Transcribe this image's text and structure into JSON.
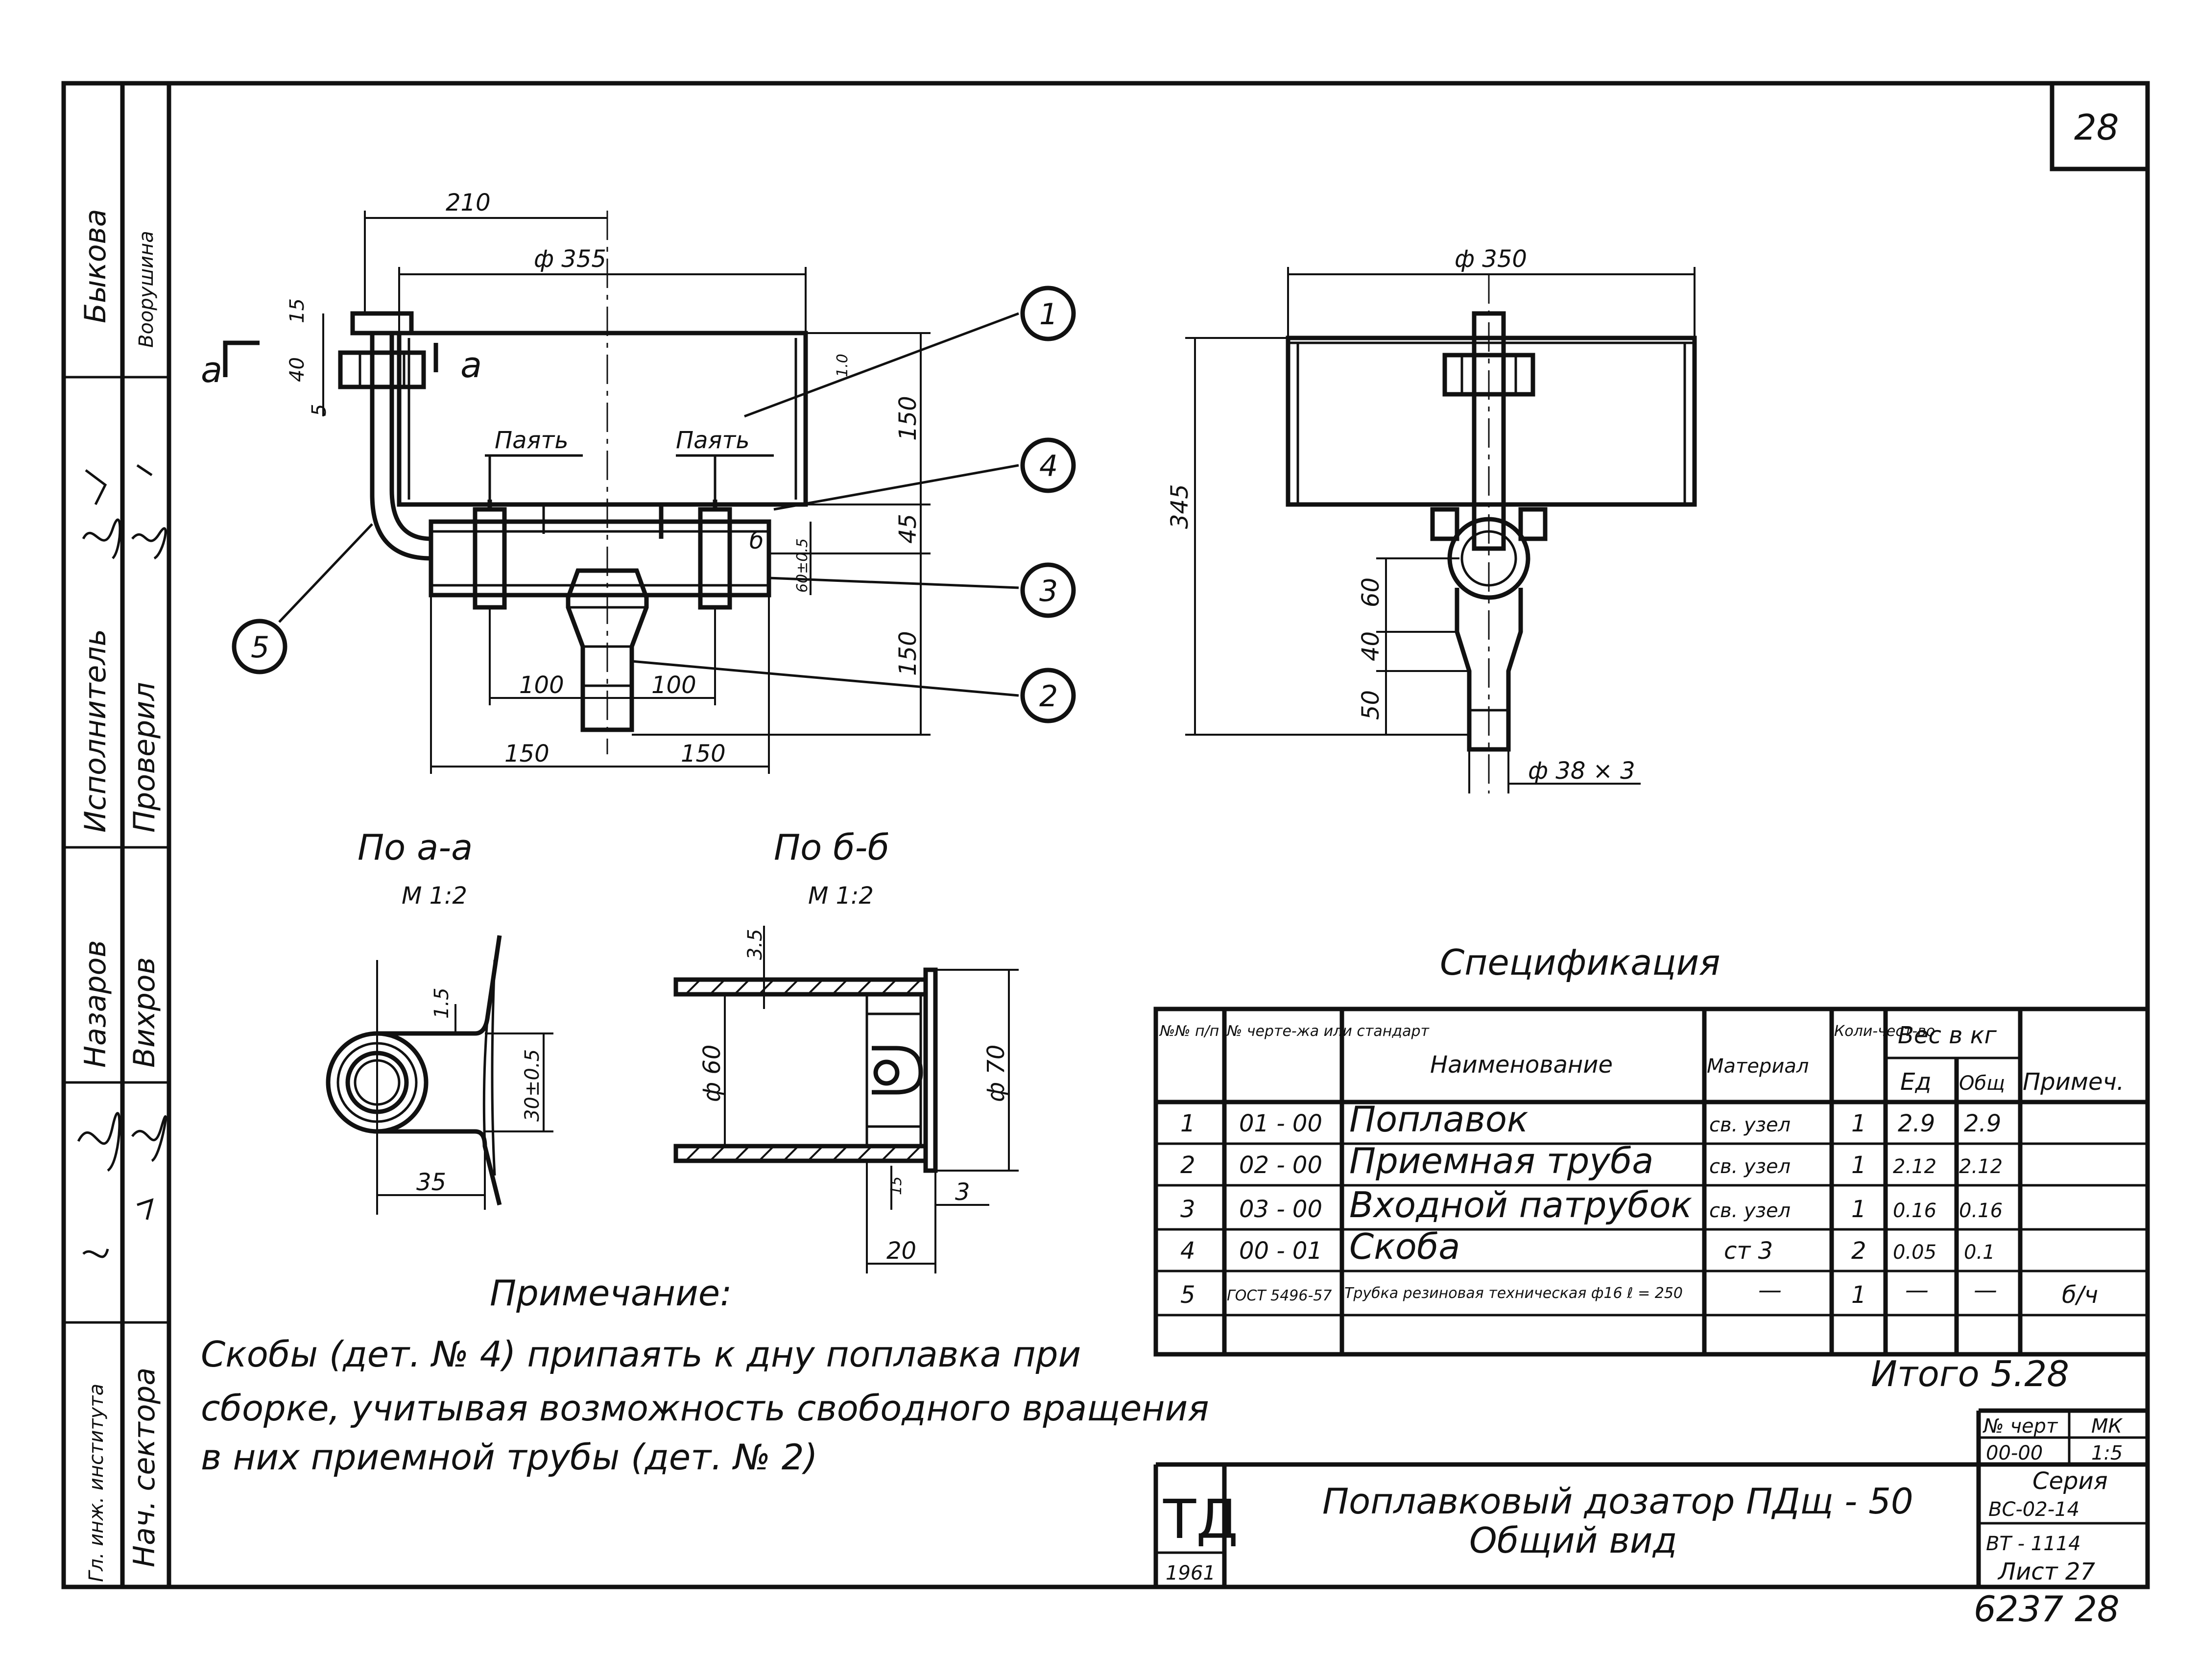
{
  "sheet_number": "28",
  "left_stamp": {
    "col1": [
      "Быкова",
      "Исполнитель",
      "Назаров",
      "Гл. инж. института"
    ],
    "col2": [
      "Воорушина",
      "Проверил",
      "Вихров",
      "Нач. сектора"
    ]
  },
  "main_view": {
    "dims": [
      "210",
      "ф 355",
      "15",
      "40",
      "5",
      "150",
      "45",
      "150",
      "100",
      "100",
      "150",
      "150",
      "1.0",
      "б",
      "60±0.5"
    ],
    "labels": [
      "Паять",
      "Паять",
      "а",
      "а"
    ],
    "callouts": [
      "1",
      "2",
      "3",
      "4",
      "5"
    ]
  },
  "side_view": {
    "dims": [
      "ф 350",
      "345",
      "60",
      "40",
      "50",
      "ф 38 × 3"
    ]
  },
  "section_a": {
    "title": "По а-а",
    "scale": "М 1:2",
    "dims": [
      "1.5",
      "30±0.5",
      "35"
    ]
  },
  "section_b": {
    "title": "По б-б",
    "scale": "М 1:2",
    "dims": [
      "3.5",
      "ф 60",
      "ф 70",
      "15",
      "3",
      "20"
    ]
  },
  "spec": {
    "title": "Спецификация",
    "headers": {
      "num": "№№ п/п",
      "drawing": "№ черте-жа или стандарт",
      "name": "Наименование",
      "material": "Материал",
      "qty": "Коли-чест-во",
      "weight": "Вес в кг",
      "unit": "Ед",
      "total": "Общ",
      "note": "Примеч."
    },
    "rows": [
      {
        "n": "1",
        "doc": "01 - 00",
        "name": "Поплавок",
        "mat": "св. узел",
        "qty": "1",
        "unit": "2.9",
        "total": "2.9",
        "note": ""
      },
      {
        "n": "2",
        "doc": "02 - 00",
        "name": "Приемная труба",
        "mat": "св. узел",
        "qty": "1",
        "unit": "2.12",
        "total": "2.12",
        "note": ""
      },
      {
        "n": "3",
        "doc": "03 - 00",
        "name": "Входной патрубок",
        "mat": "св. узел",
        "qty": "1",
        "unit": "0.16",
        "total": "0.16",
        "note": ""
      },
      {
        "n": "4",
        "doc": "00 - 01",
        "name": "Скоба",
        "mat": "ст 3",
        "qty": "2",
        "unit": "0.05",
        "total": "0.1",
        "note": ""
      },
      {
        "n": "5",
        "doc": "ГОСТ 5496-57",
        "name": "Трубка резиновая техническая ф16 ℓ = 250",
        "mat": "—",
        "qty": "1",
        "unit": "—",
        "total": "—",
        "note": "б/ч"
      }
    ],
    "total_label": "Итого 5.28"
  },
  "note": {
    "title": "Примечание:",
    "lines": [
      "Скобы (дет. № 4) припаять к дну поплавка при",
      "сборке, учитывая возможность свободного вращения",
      "в них приемной трубы (дет. № 2)"
    ]
  },
  "title_block": {
    "logo": "ТД",
    "year": "1961",
    "title_1": "Поплавковый дозатор ПДщ - 50",
    "title_2": "Общий вид",
    "drawing_no_label": "№ черт",
    "scale_label": "МК",
    "drawing_no": "00-00",
    "scale": "1:5",
    "series_label": "Серия",
    "series": "ВС-02-14",
    "sheet_ref": "ВТ - 1114",
    "sheet_label": "Лист 27"
  },
  "bottom_code": "6237 28"
}
